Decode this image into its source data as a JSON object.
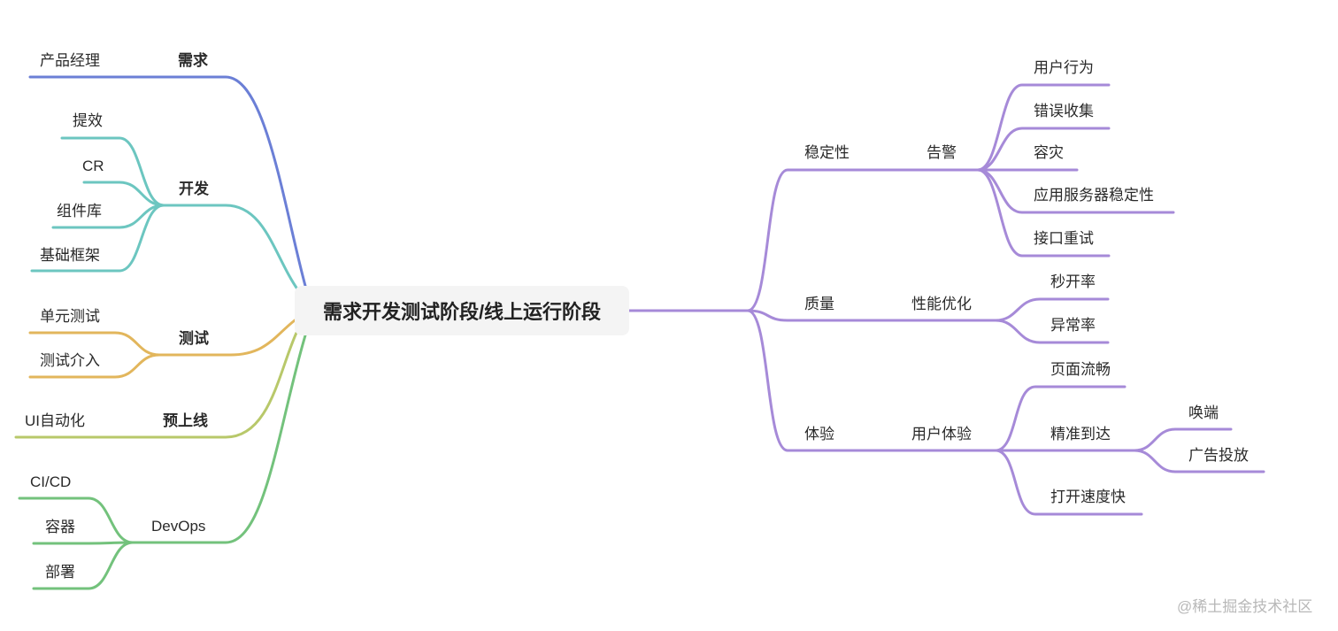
{
  "root": "需求开发测试阶段/线上运行阶段",
  "colors": {
    "req": "#6b7fd6",
    "dev": "#6cc6c0",
    "test": "#e2b65c",
    "pre": "#b8c86a",
    "devops": "#73c27c",
    "right": "#a68ad8"
  },
  "left": {
    "req": {
      "label": "需求",
      "children": [
        "产品经理"
      ]
    },
    "dev": {
      "label": "开发",
      "children": [
        "提效",
        "CR",
        "组件库",
        "基础框架"
      ]
    },
    "test": {
      "label": "测试",
      "children": [
        "单元测试",
        "测试介入"
      ]
    },
    "pre": {
      "label": "预上线",
      "children": [
        "UI自动化"
      ]
    },
    "devops": {
      "label": "DevOps",
      "children": [
        "CI/CD",
        "容器",
        "部署"
      ]
    }
  },
  "right": {
    "stability": {
      "label": "稳定性",
      "sub": "告警",
      "children": [
        "用户行为",
        "错误收集",
        "容灾",
        "应用服务器稳定性",
        "接口重试"
      ]
    },
    "quality": {
      "label": "质量",
      "sub": "性能优化",
      "children": [
        "秒开率",
        "异常率"
      ]
    },
    "experience": {
      "label": "体验",
      "sub": "用户体验",
      "children": [
        "页面流畅",
        "精准到达",
        "打开速度快"
      ],
      "precise_children": [
        "唤端",
        "广告投放"
      ]
    }
  },
  "watermark": "@稀土掘金技术社区"
}
